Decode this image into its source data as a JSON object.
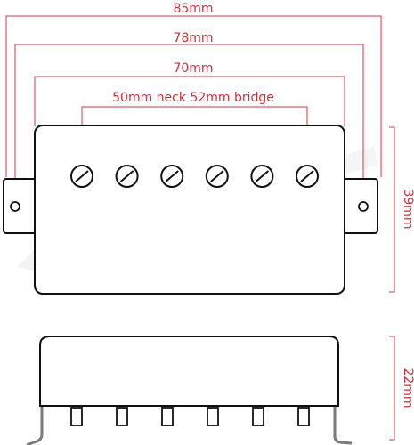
{
  "dimensions": {
    "overall_width": "85mm",
    "mount_hole_span": "78mm",
    "body_width": "70mm",
    "pole_spacing": "50mm neck 52mm bridge",
    "body_height": "39mm",
    "depth": "22mm"
  },
  "colors": {
    "dimension": "#d23a44",
    "outline": "#111111",
    "legs": "#7a7a7a"
  },
  "pickup": {
    "pole_screw_count": 6,
    "pin_count": 6
  }
}
